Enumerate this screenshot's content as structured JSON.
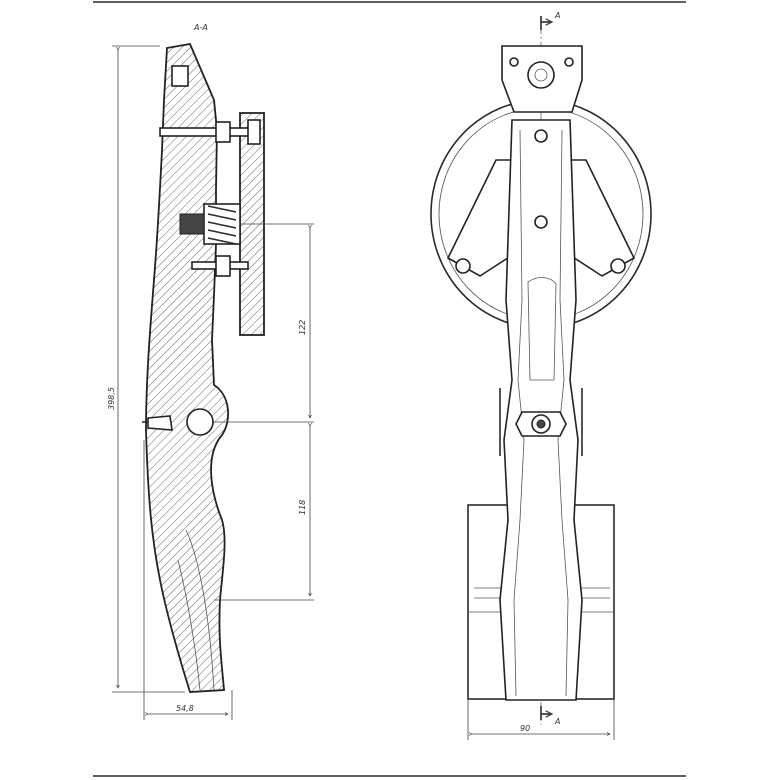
{
  "section_title": "A-A",
  "section_marks": {
    "top": "A",
    "bottom": "A"
  },
  "dimensions": {
    "overall_height": "398,5",
    "upper_spacing": "122",
    "lower_spacing": "118",
    "side_width": "54,8",
    "front_width": "90"
  }
}
